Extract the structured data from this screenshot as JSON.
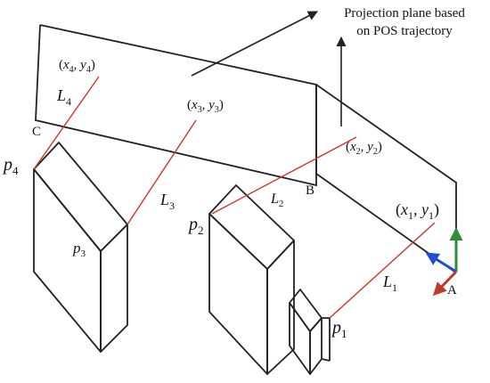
{
  "caption": {
    "line1": "Projection plane based",
    "line2": "on POS trajectory"
  },
  "points": {
    "A": "A",
    "B": "B",
    "C": "C"
  },
  "labels": {
    "L1_main": "L",
    "L1_sub": "1",
    "L2_main": "L",
    "L2_sub": "2",
    "L3_main": "L",
    "L3_sub": "3",
    "L4_main": "L",
    "L4_sub": "4",
    "p1_main": "p",
    "p1_sub": "1",
    "p2_main": "p",
    "p2_sub": "2",
    "p3_main": "p",
    "p3_sub": "3",
    "p4_main": "p",
    "p4_sub": "4"
  },
  "coords": {
    "c1": {
      "open": "(",
      "x": "x",
      "xs": "1",
      "sep": ", ",
      "y": "y",
      "ys": "1",
      "close": ")"
    },
    "c2": {
      "open": "(",
      "x": "x",
      "xs": "2",
      "sep": ", ",
      "y": "y",
      "ys": "2",
      "close": ")"
    },
    "c3": {
      "open": "(",
      "x": "x",
      "xs": "3",
      "sep": ", ",
      "y": "y",
      "ys": "3",
      "close": ")"
    },
    "c4": {
      "open": "(",
      "x": "x",
      "xs": "4",
      "sep": ", ",
      "y": "y",
      "ys": "4",
      "close": ")"
    }
  },
  "colors": {
    "ray": "#d0342c",
    "axis_up": "#2e8b3a",
    "axis_left": "#1f4fd1",
    "axis_down": "#c0392b"
  }
}
